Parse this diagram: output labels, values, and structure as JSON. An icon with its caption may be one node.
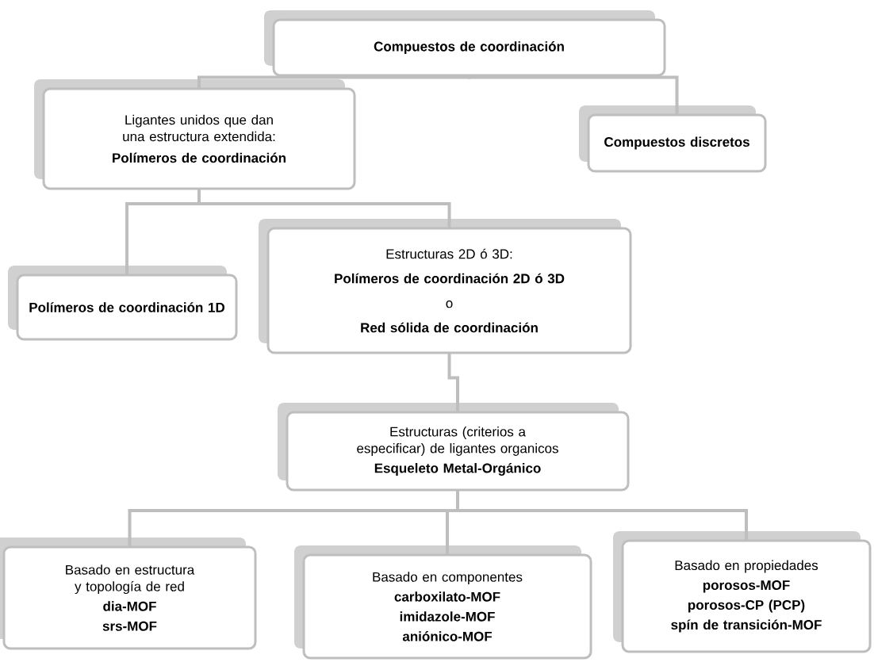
{
  "diagram": {
    "nodes": [
      {
        "text": [
          "Compuestos de coordinación"
        ]
      },
      {
        "text": [
          "Ligantes unidos que dan una estructura extendida:",
          "Polímeros de coordinación"
        ]
      },
      {
        "text": [
          "Compuestos discretos"
        ]
      },
      {
        "text": [
          "Polímeros de coordinación 1D"
        ]
      },
      {
        "text": [
          "Estructuras  2D ó 3D:",
          "Polímeros de coordinación 2D ó 3D",
          "o",
          "Red sólida de coordinación"
        ]
      },
      {
        "text": [
          "Estructuras (criterios a especificar) de ligantes organicos",
          "Esqueleto Metal-Orgánico"
        ]
      },
      {
        "text": [
          "Basado en estructura y topología de red",
          "dia-MOF",
          "srs-MOF"
        ]
      },
      {
        "text": [
          "Basado en componentes",
          "carboxilato-MOF",
          "imidazole-MOF",
          "aniónico-MOF"
        ]
      },
      {
        "text": [
          "Basado en propiedades",
          "porosos-MOF",
          "porosos-CP (PCP)",
          "spín de  transición-MOF"
        ]
      }
    ],
    "edges": [
      {
        "from": 0,
        "to": 1,
        "arrow": "none"
      },
      {
        "from": 0,
        "to": 2,
        "arrow": "none"
      },
      {
        "from": 1,
        "to": 3,
        "arrow": "none"
      },
      {
        "from": 1,
        "to": 4,
        "arrow": "none"
      },
      {
        "from": 4,
        "to": 5,
        "arrow": "none"
      },
      {
        "from": 5,
        "to": 6,
        "arrow": "none"
      },
      {
        "from": 5,
        "to": 7,
        "arrow": "none"
      },
      {
        "from": 5,
        "to": 8,
        "arrow": "none"
      }
    ]
  }
}
